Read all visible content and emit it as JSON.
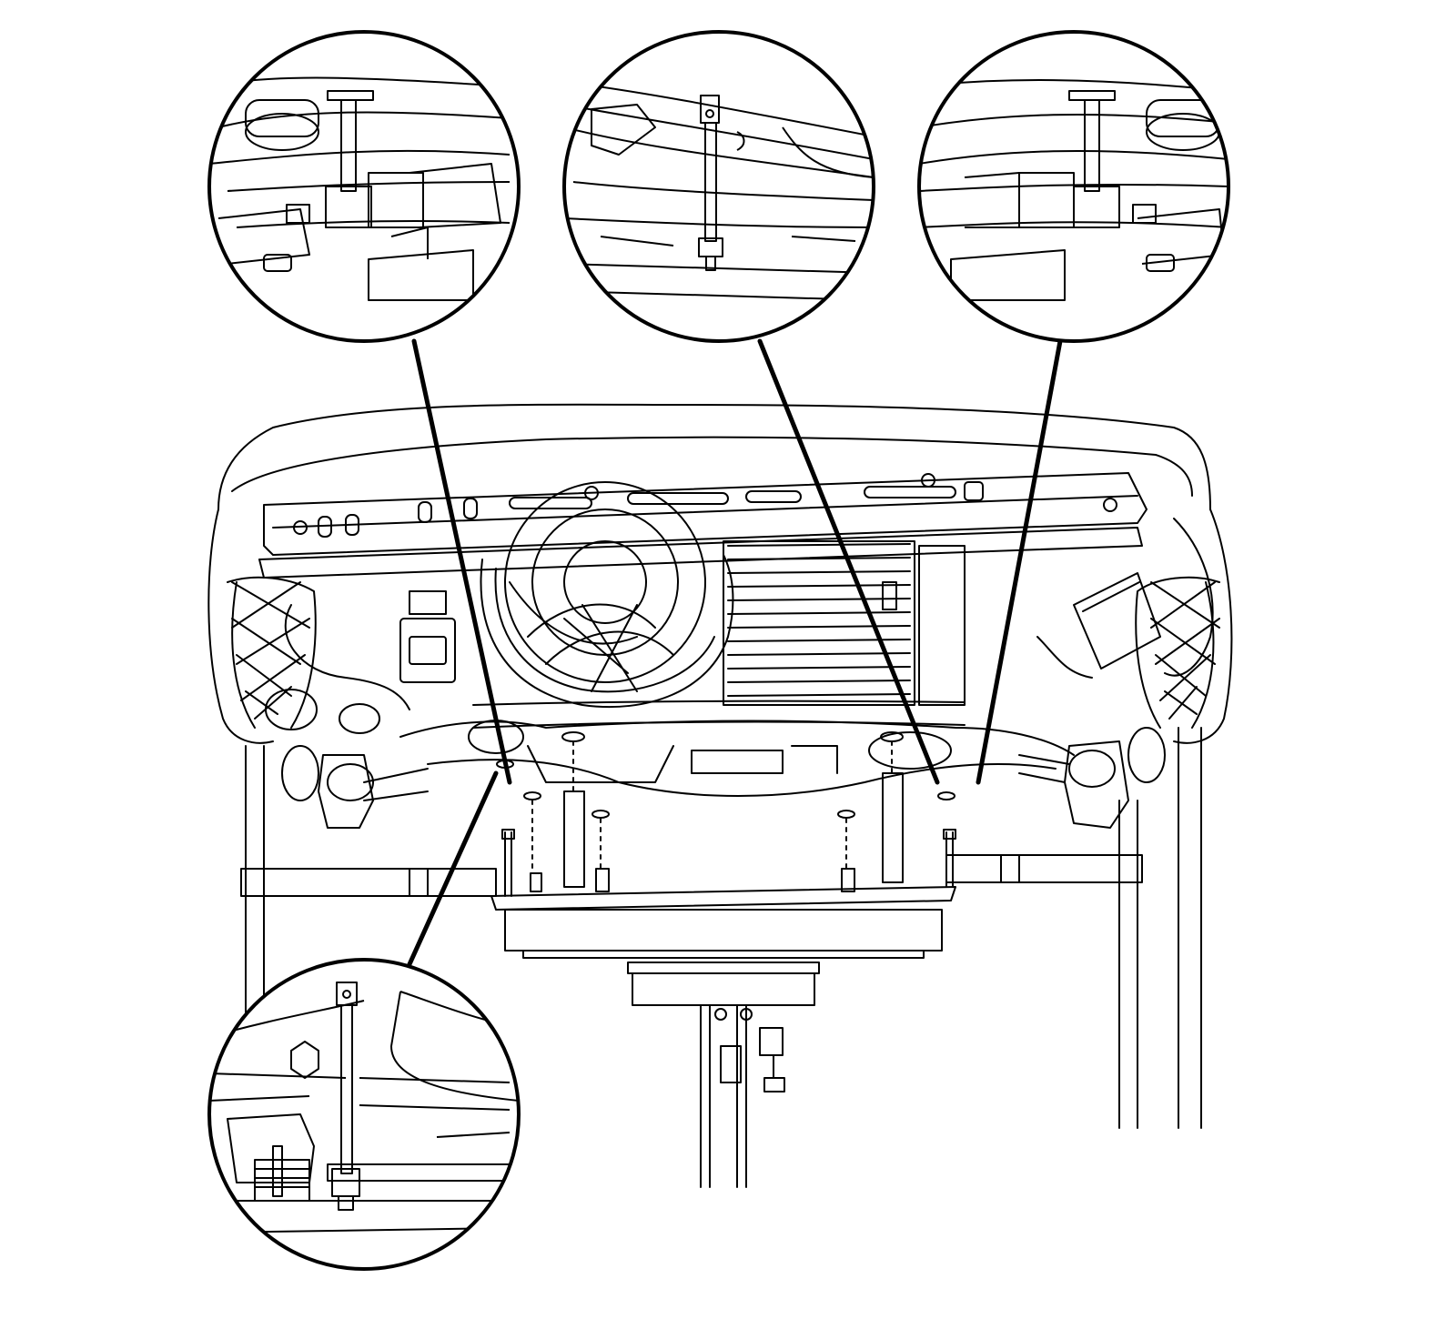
{
  "diagram": {
    "subject": "engine-cradle-support-table-under-vehicle",
    "callouts": [
      {
        "id": "top-left",
        "detail": "left-front-mount-stud"
      },
      {
        "id": "top-center",
        "detail": "center-front-mount-bolt"
      },
      {
        "id": "top-right",
        "detail": "right-front-mount-stud"
      },
      {
        "id": "bottom-left",
        "detail": "left-rear-mount-bolt"
      }
    ],
    "colors": {
      "ink": "#000000",
      "paper": "#ffffff"
    }
  }
}
